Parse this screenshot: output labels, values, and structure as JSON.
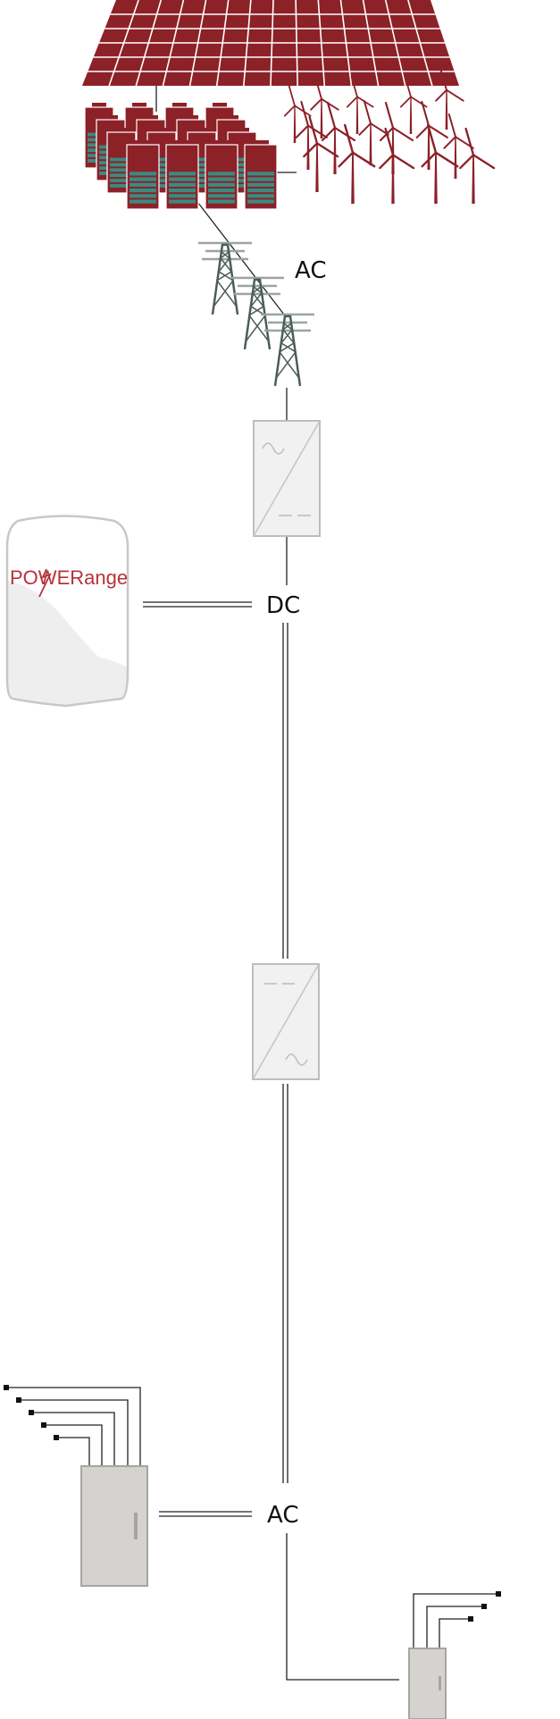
{
  "labels": {
    "ac_top": "AC",
    "dc": "DC",
    "ac_bottom": "AC"
  },
  "brand": {
    "text_1": "POW",
    "text_2": "ERange"
  },
  "icons": [
    "solar-panel-icon",
    "battery-bank-icon",
    "wind-turbines-icon",
    "transmission-tower-icon",
    "ac-dc-converter-icon",
    "home-battery-icon",
    "dc-ac-inverter-icon",
    "distribution-panel-icon",
    "sub-panel-icon"
  ],
  "colors": {
    "solar": "#8c2128",
    "battery_body": "#8c2128",
    "battery_cells": "#3a8a82",
    "tower": "#4c5d57",
    "tower_arms": "#9aa59f",
    "converter_fill": "#f1f1f1",
    "converter_stroke": "#bdbdbd",
    "panel_fill": "#d4d3cf",
    "panel_stroke": "#a6a5a0",
    "wire": "#222222",
    "brand": "#b8323a"
  }
}
